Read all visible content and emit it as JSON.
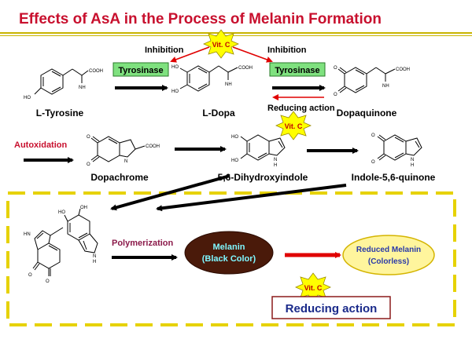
{
  "title": "Effects of AsA in the Process of Melanin Formation",
  "vitc_label": "Vit. C",
  "inhibition_left": "Inhibition",
  "inhibition_right": "Inhibition",
  "tyrosinase_left": "Tyrosinase",
  "tyrosinase_right": "Tyrosinase",
  "reducing_action_top": "Reducing action",
  "autoxidation": "Autoxidation",
  "polymerization": "Polymerization",
  "melanin": {
    "line1": "Melanin",
    "line2": "(Black Color)"
  },
  "reduced_melanin": {
    "line1": "Reduced Melanin",
    "line2": "(Colorless)"
  },
  "reducing_action_box": "Reducing action",
  "compounds": {
    "tyrosine": "L-Tyrosine",
    "dopa": "L-Dopa",
    "dopaquinone": "Dopaquinone",
    "dopachrome": "Dopachrome",
    "dhi": "5,6-Dihydroxyindole",
    "iq": "Indole-5,6-quinone"
  },
  "atoms": {
    "cooh": "COOH",
    "nh2": "NH",
    "ho": "HO",
    "oh": "OH",
    "o": "O",
    "hn": "HN",
    "n": "N",
    "h": "H"
  },
  "colors": {
    "title": "#c8102e",
    "stripe": "#c8b400",
    "tyrosinase_bg": "#7fe17f",
    "tyrosinase_border": "#2a7a2a",
    "star_fill": "#ffff00",
    "star_stroke": "#9a8a00",
    "vitc_text": "#c00000",
    "autox_text": "#c8102e",
    "poly_text": "#8b1a4a",
    "dashed_box": "#e6d200",
    "melanin_fill": "#4a1a0a",
    "melanin_text": "#7ff7ff",
    "reduced_fill": "#fff59d",
    "reduced_stroke": "#d4b400",
    "reduced_text": "#2a3aa8",
    "red_arrow": "#e00000",
    "ra_border": "#8b1a1a",
    "ra_text": "#1a2a8a"
  }
}
